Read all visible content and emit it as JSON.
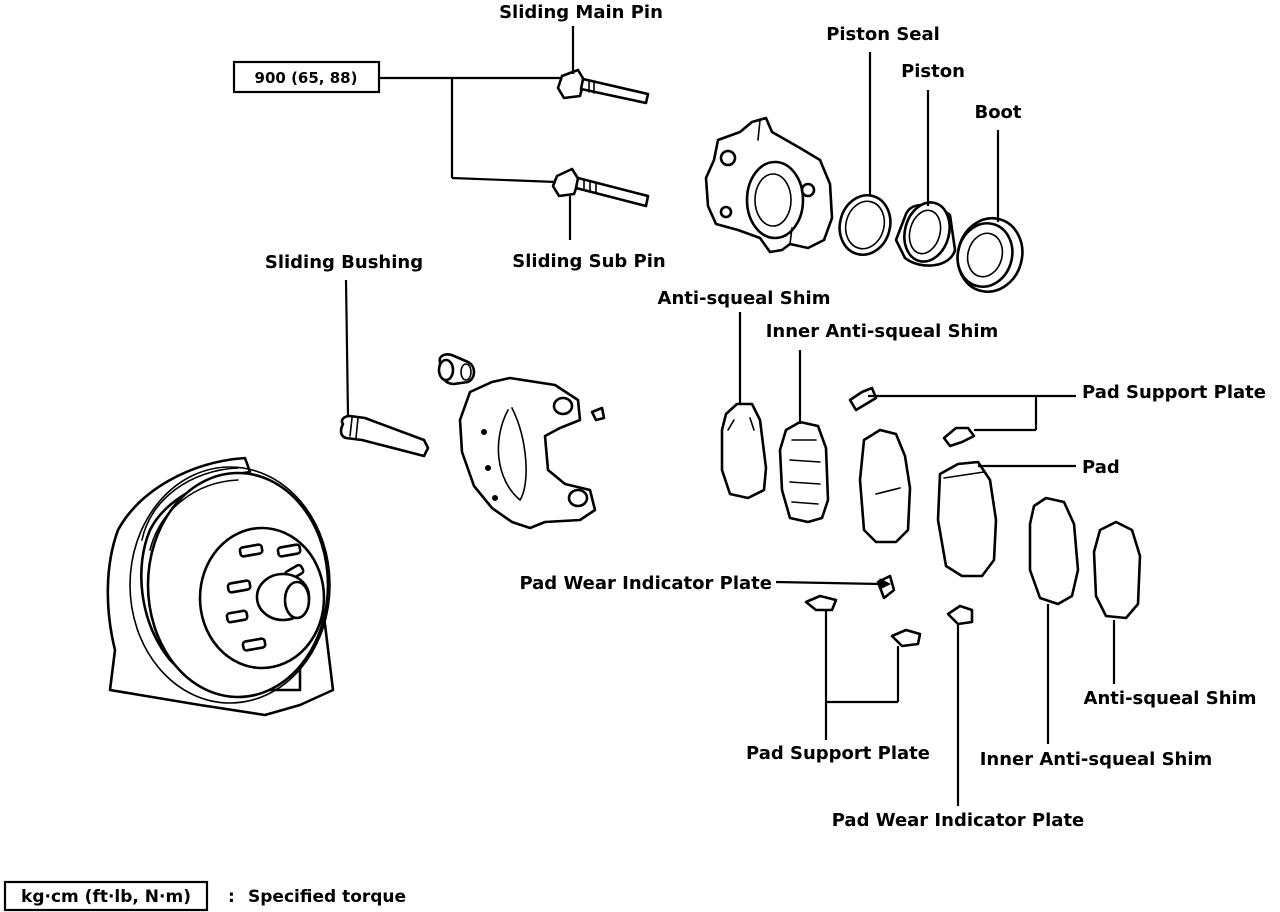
{
  "labels": {
    "sliding_main_pin": "Sliding Main Pin",
    "torque_spec": "900 (65, 88)",
    "sliding_sub_pin": "Sliding Sub Pin",
    "sliding_bushing": "Sliding Bushing",
    "piston_seal": "Piston Seal",
    "piston": "Piston",
    "boot": "Boot",
    "anti_squeal_shim_top": "Anti-squeal Shim",
    "inner_anti_squeal_shim_top": "Inner Anti-squeal Shim",
    "pad_support_plate_right": "Pad Support Plate",
    "pad": "Pad",
    "pad_wear_indicator_plate_left": "Pad Wear Indicator Plate",
    "anti_squeal_shim_right": "Anti-squeal Shim",
    "pad_support_plate_bottom": "Pad Support Plate",
    "inner_anti_squeal_shim_bottom": "Inner Anti-squeal Shim",
    "pad_wear_indicator_plate_bottom": "Pad Wear Indicator Plate"
  },
  "legend": {
    "unit_box": "kg·cm (ft·lb, N·m)",
    "separator": ":",
    "description": "Specified torque"
  }
}
